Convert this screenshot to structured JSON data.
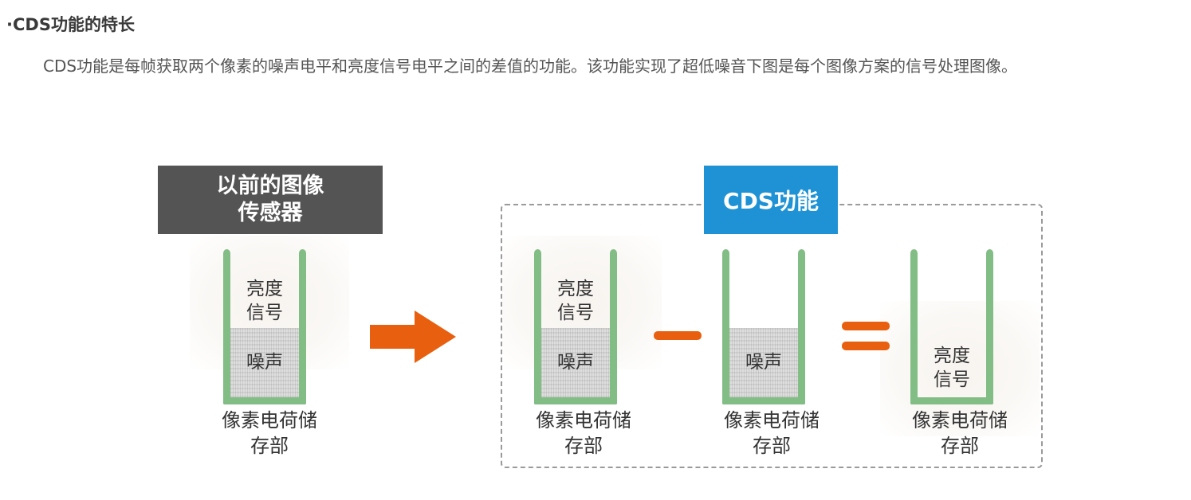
{
  "heading": "·CDS功能的特长",
  "paragraph": "CDS功能是每帧获取两个像素的噪声电平和亮度信号电平之间的差值的功能。该功能实现了超低噪音下图是每个图像方案的信号处理图像。",
  "diagram": {
    "old_sensor_label": "以前的图像传感器",
    "cds_label": "CDS功能",
    "cups": [
      {
        "top_label": "亮度信号",
        "noise_label": "噪声",
        "caption": "像素电荷储存部"
      },
      {
        "top_label": "亮度信号",
        "noise_label": "噪声",
        "caption": "像素电荷储存部"
      },
      {
        "noise_label": "噪声",
        "caption": "像素电荷储存部"
      },
      {
        "top_label": "亮度信号",
        "caption": "像素电荷储存部"
      }
    ],
    "colors": {
      "cup_green": "#82bd85",
      "accent_orange": "#e8600f",
      "cds_blue": "#1e92d4",
      "old_gray": "#545454"
    },
    "icons": {
      "arrow": "right-arrow-icon",
      "minus": "minus-sign-icon",
      "equals": "equals-sign-icon"
    }
  }
}
